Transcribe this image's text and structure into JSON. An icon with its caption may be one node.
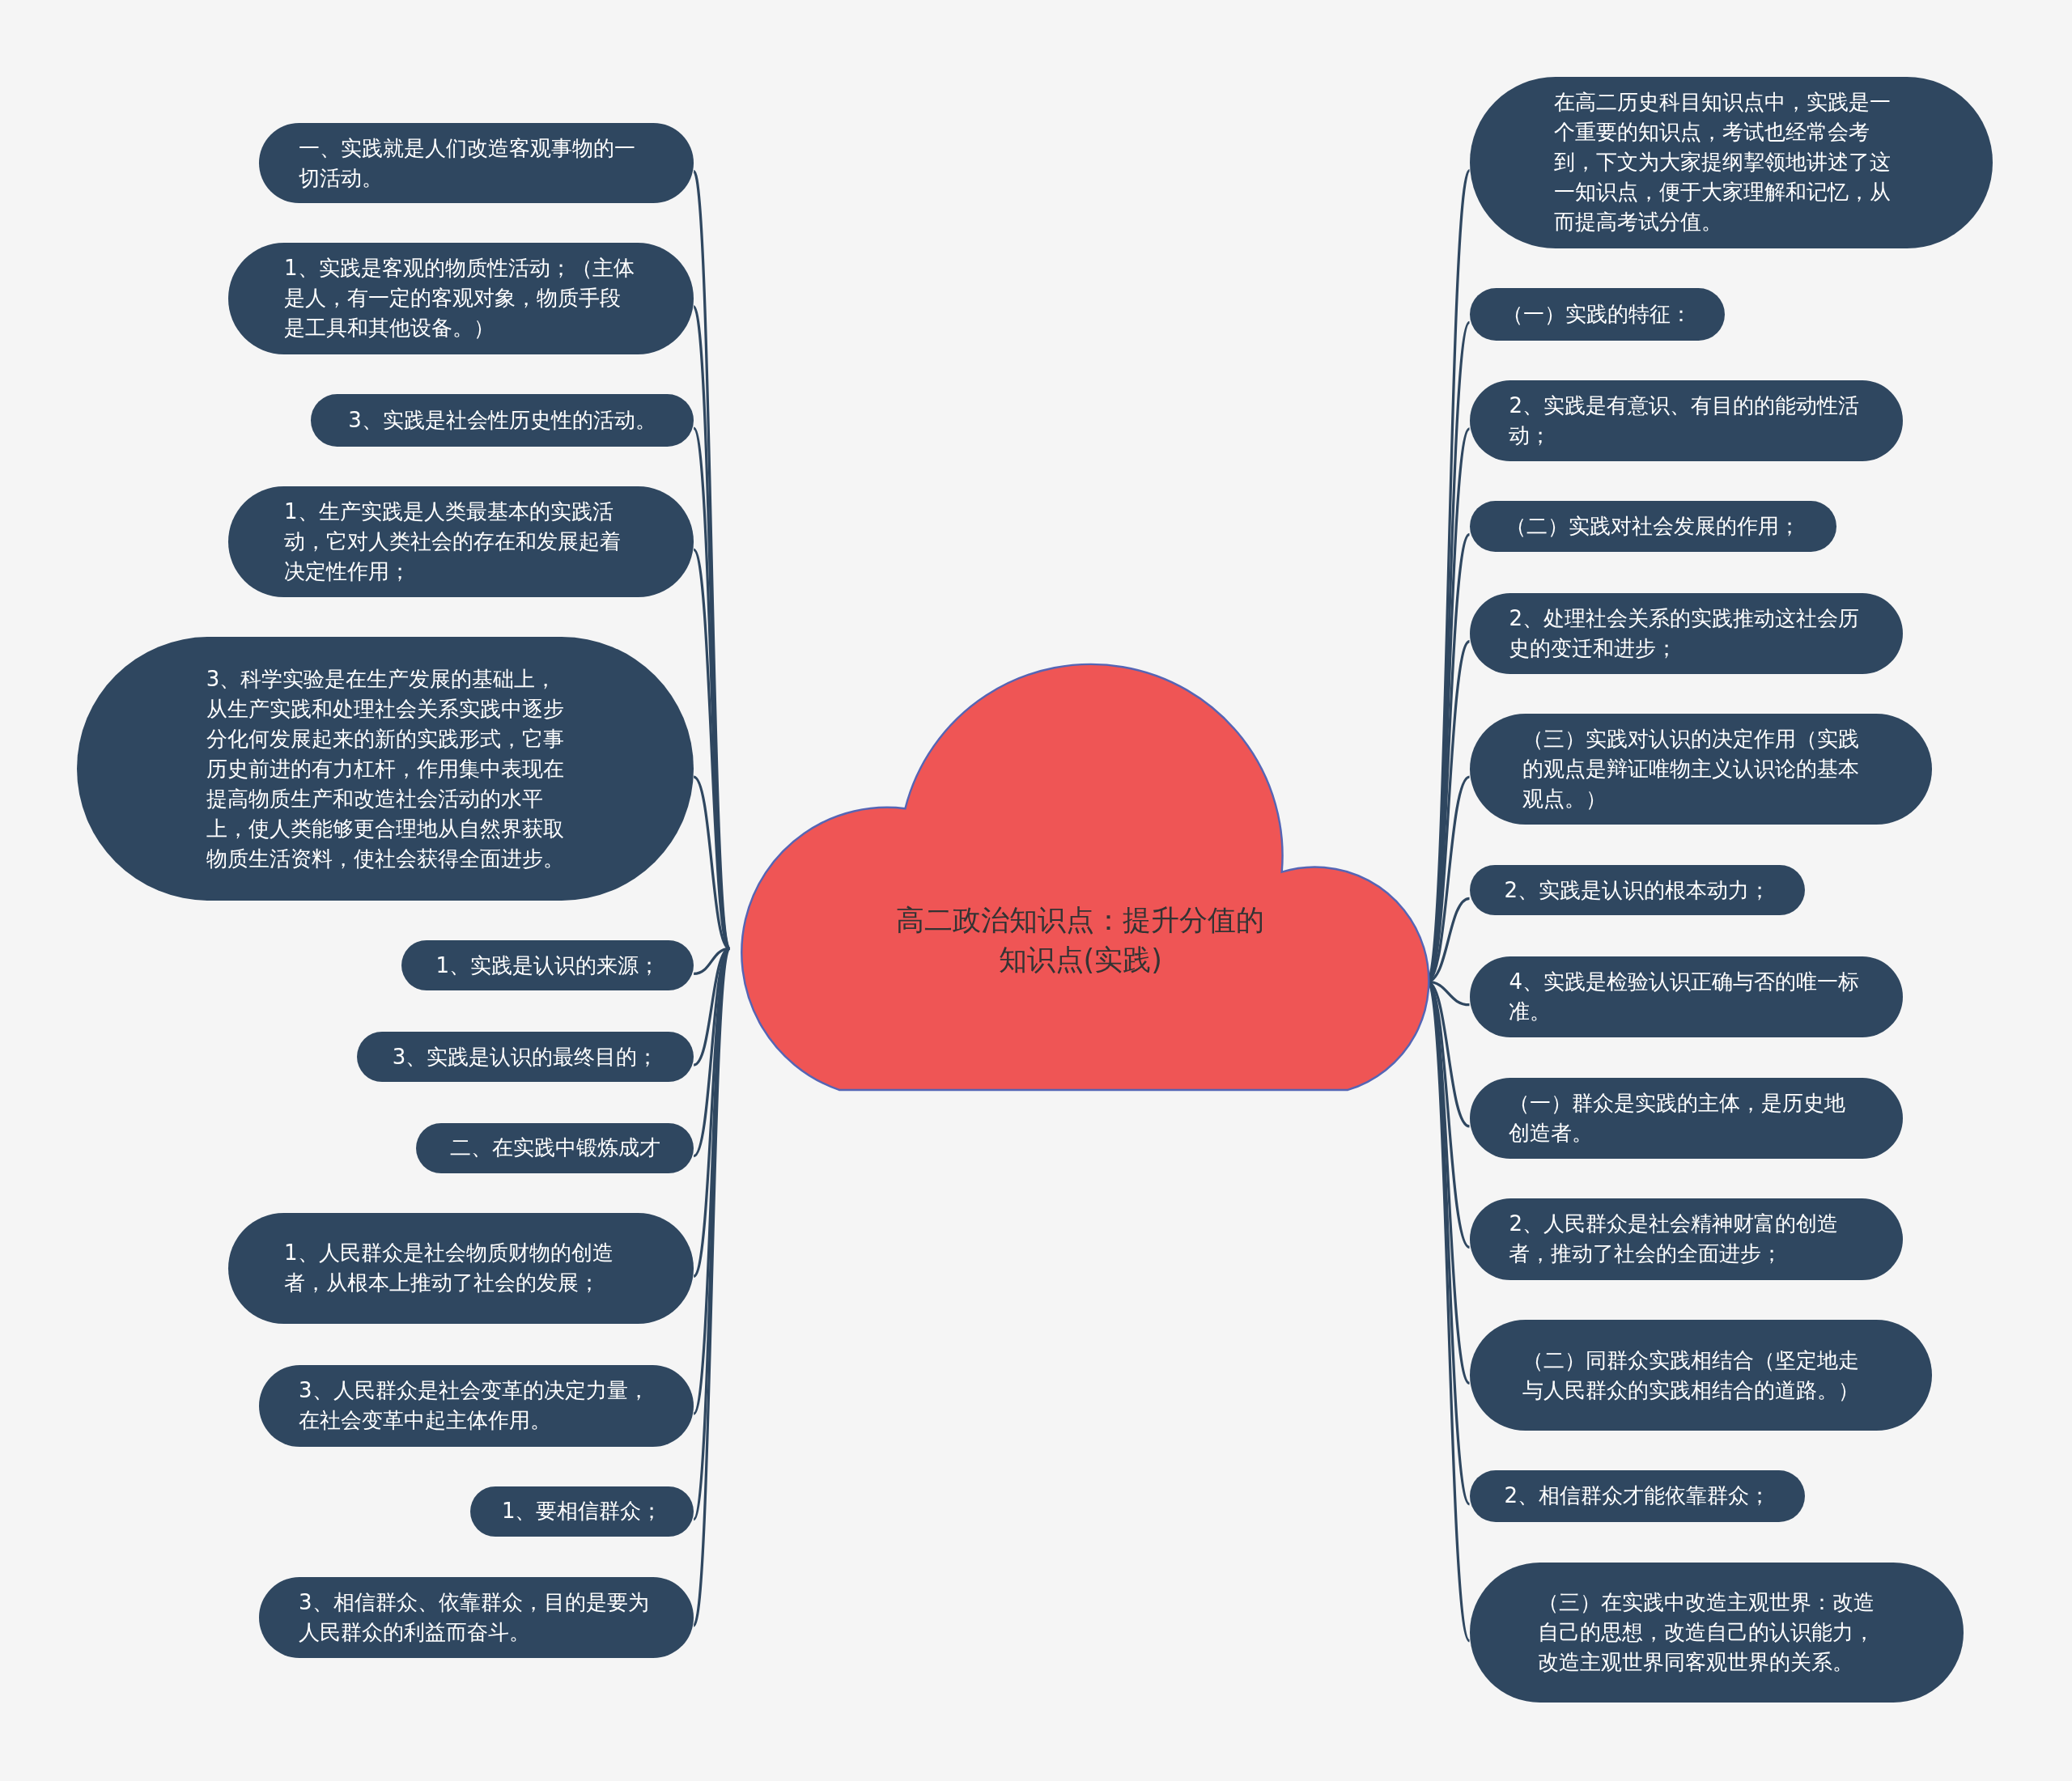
{
  "diagram": {
    "nodes": [
      {
        "text": [
          "高二政治知识点：提升分值的知识点(实践)"
        ]
      },
      {
        "text": [
          "一、实践就是人们改造客观事物的一切活动。"
        ]
      },
      {
        "text": [
          "1、实践是客观的物质性活动；（主体是人，有一定的客观对象，物质手段是工具和其他设备。）"
        ]
      },
      {
        "text": [
          "3、实践是社会性历史性的活动。"
        ]
      },
      {
        "text": [
          "1、生产实践是人类最基本的实践活动，它对人类社会的存在和发展起着决定性作用；"
        ]
      },
      {
        "text": [
          "3、科学实验是在生产发展的基础上，从生产实践和处理社会关系实践中逐步分化何发展起来的新的实践形式，它事历史前进的有力杠杆，作用集中表现在提高物质生产和改造社会活动的水平上，使人类能够更合理地从自然界获取物质生活资料，使社会获得全面进步。"
        ]
      },
      {
        "text": [
          "1、实践是认识的来源；"
        ]
      },
      {
        "text": [
          "3、实践是认识的最终目的；"
        ]
      },
      {
        "text": [
          "二、在实践中锻炼成才"
        ]
      },
      {
        "text": [
          "1、人民群众是社会物质财物的创造者，从根本上推动了社会的发展；"
        ]
      },
      {
        "text": [
          "3、人民群众是社会变革的决定力量，在社会变革中起主体作用。"
        ]
      },
      {
        "text": [
          "1、要相信群众；"
        ]
      },
      {
        "text": [
          "3、相信群众、依靠群众，目的是要为人民群众的利益而奋斗。"
        ]
      },
      {
        "text": [
          "在高二历史科目知识点中，实践是一个重要的知识点，考试也经常会考到，下文为大家提纲挈领地讲述了这一知识点，便于大家理解和记忆，从而提高考试分值。"
        ]
      },
      {
        "text": [
          "（一）实践的特征："
        ]
      },
      {
        "text": [
          "2、实践是有意识、有目的的能动性活动；"
        ]
      },
      {
        "text": [
          "（二）实践对社会发展的作用；"
        ]
      },
      {
        "text": [
          "2、处理社会关系的实践推动这社会历史的变迁和进步；"
        ]
      },
      {
        "text": [
          "（三）实践对认识的决定作用（实践的观点是辩证唯物主义认识论的基本观点。）"
        ]
      },
      {
        "text": [
          "2、实践是认识的根本动力；"
        ]
      },
      {
        "text": [
          "4、实践是检验认识正确与否的唯一标准。"
        ]
      },
      {
        "text": [
          "（一）群众是实践的主体，是历史地创造者。"
        ]
      },
      {
        "text": [
          "2、人民群众是社会精神财富的创造者，推动了社会的全面进步；"
        ]
      },
      {
        "text": [
          "（二）同群众实践相结合（坚定地走与人民群众的实践相结合的道路。）"
        ]
      },
      {
        "text": [
          "2、相信群众才能依靠群众；"
        ]
      },
      {
        "text": [
          "（三）在实践中改造主观世界：改造自己的思想，改造自己的认识能力，改造主观世界同客观世界的关系。"
        ]
      }
    ],
    "edges": [
      {
        "from": 0,
        "to": 1,
        "arrow": "none"
      },
      {
        "from": 0,
        "to": 2,
        "arrow": "none"
      },
      {
        "from": 0,
        "to": 3,
        "arrow": "none"
      },
      {
        "from": 0,
        "to": 4,
        "arrow": "none"
      },
      {
        "from": 0,
        "to": 5,
        "arrow": "none"
      },
      {
        "from": 0,
        "to": 6,
        "arrow": "none"
      },
      {
        "from": 0,
        "to": 7,
        "arrow": "none"
      },
      {
        "from": 0,
        "to": 8,
        "arrow": "none"
      },
      {
        "from": 0,
        "to": 9,
        "arrow": "none"
      },
      {
        "from": 0,
        "to": 10,
        "arrow": "none"
      },
      {
        "from": 0,
        "to": 11,
        "arrow": "none"
      },
      {
        "from": 0,
        "to": 12,
        "arrow": "none"
      },
      {
        "from": 0,
        "to": 13,
        "arrow": "none"
      },
      {
        "from": 0,
        "to": 14,
        "arrow": "none"
      },
      {
        "from": 0,
        "to": 15,
        "arrow": "none"
      },
      {
        "from": 0,
        "to": 16,
        "arrow": "none"
      },
      {
        "from": 0,
        "to": 17,
        "arrow": "none"
      },
      {
        "from": 0,
        "to": 18,
        "arrow": "none"
      },
      {
        "from": 0,
        "to": 19,
        "arrow": "none"
      },
      {
        "from": 0,
        "to": 20,
        "arrow": "none"
      },
      {
        "from": 0,
        "to": 21,
        "arrow": "none"
      },
      {
        "from": 0,
        "to": 22,
        "arrow": "none"
      },
      {
        "from": 0,
        "to": 23,
        "arrow": "none"
      },
      {
        "from": 0,
        "to": 24,
        "arrow": "none"
      },
      {
        "from": 0,
        "to": 25,
        "arrow": "none"
      }
    ]
  }
}
